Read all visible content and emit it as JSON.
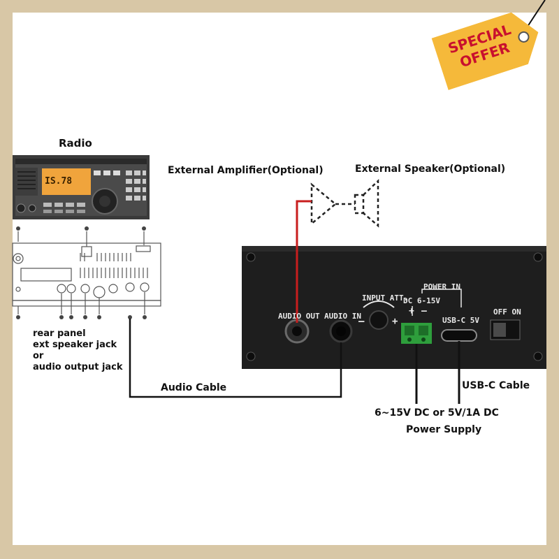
{
  "labels": {
    "radio": "Radio",
    "ext_amp": "External Amplifier(Optional)",
    "ext_speaker": "External Speaker(Optional)",
    "rear_panel": [
      "rear panel",
      "ext speaker jack",
      "or",
      "audio output jack"
    ],
    "audio_cable": "Audio Cable",
    "usb_cable": "USB-C Cable",
    "power_supply_line1": "6~15V DC or 5V/1A DC",
    "power_supply_line2": "Power Supply"
  },
  "device_panel": {
    "audio_out": "AUDIO OUT",
    "audio_in": "AUDIO IN",
    "input_att": "INPUT ATT.",
    "power_in": "POWER IN",
    "dc": "DC 6-15V",
    "usb_c": "USB-C 5V",
    "off_on": "OFF ON",
    "minus": "–",
    "plus": "+",
    "dc_plus": "+",
    "dc_minus": "–"
  },
  "badge": {
    "line1": "SPECIAL",
    "line2": "OFFER"
  },
  "radio_display": "IS.78",
  "colors": {
    "frame": "#d8c7a6",
    "device_body": "#1e1e1e",
    "cable_red": "#c81e1e",
    "cable_black": "#111111",
    "terminal_green": "#2e9e3c",
    "badge": "#f5b93a",
    "badge_text": "#c8102e",
    "radio_display": "#f0a43c"
  }
}
